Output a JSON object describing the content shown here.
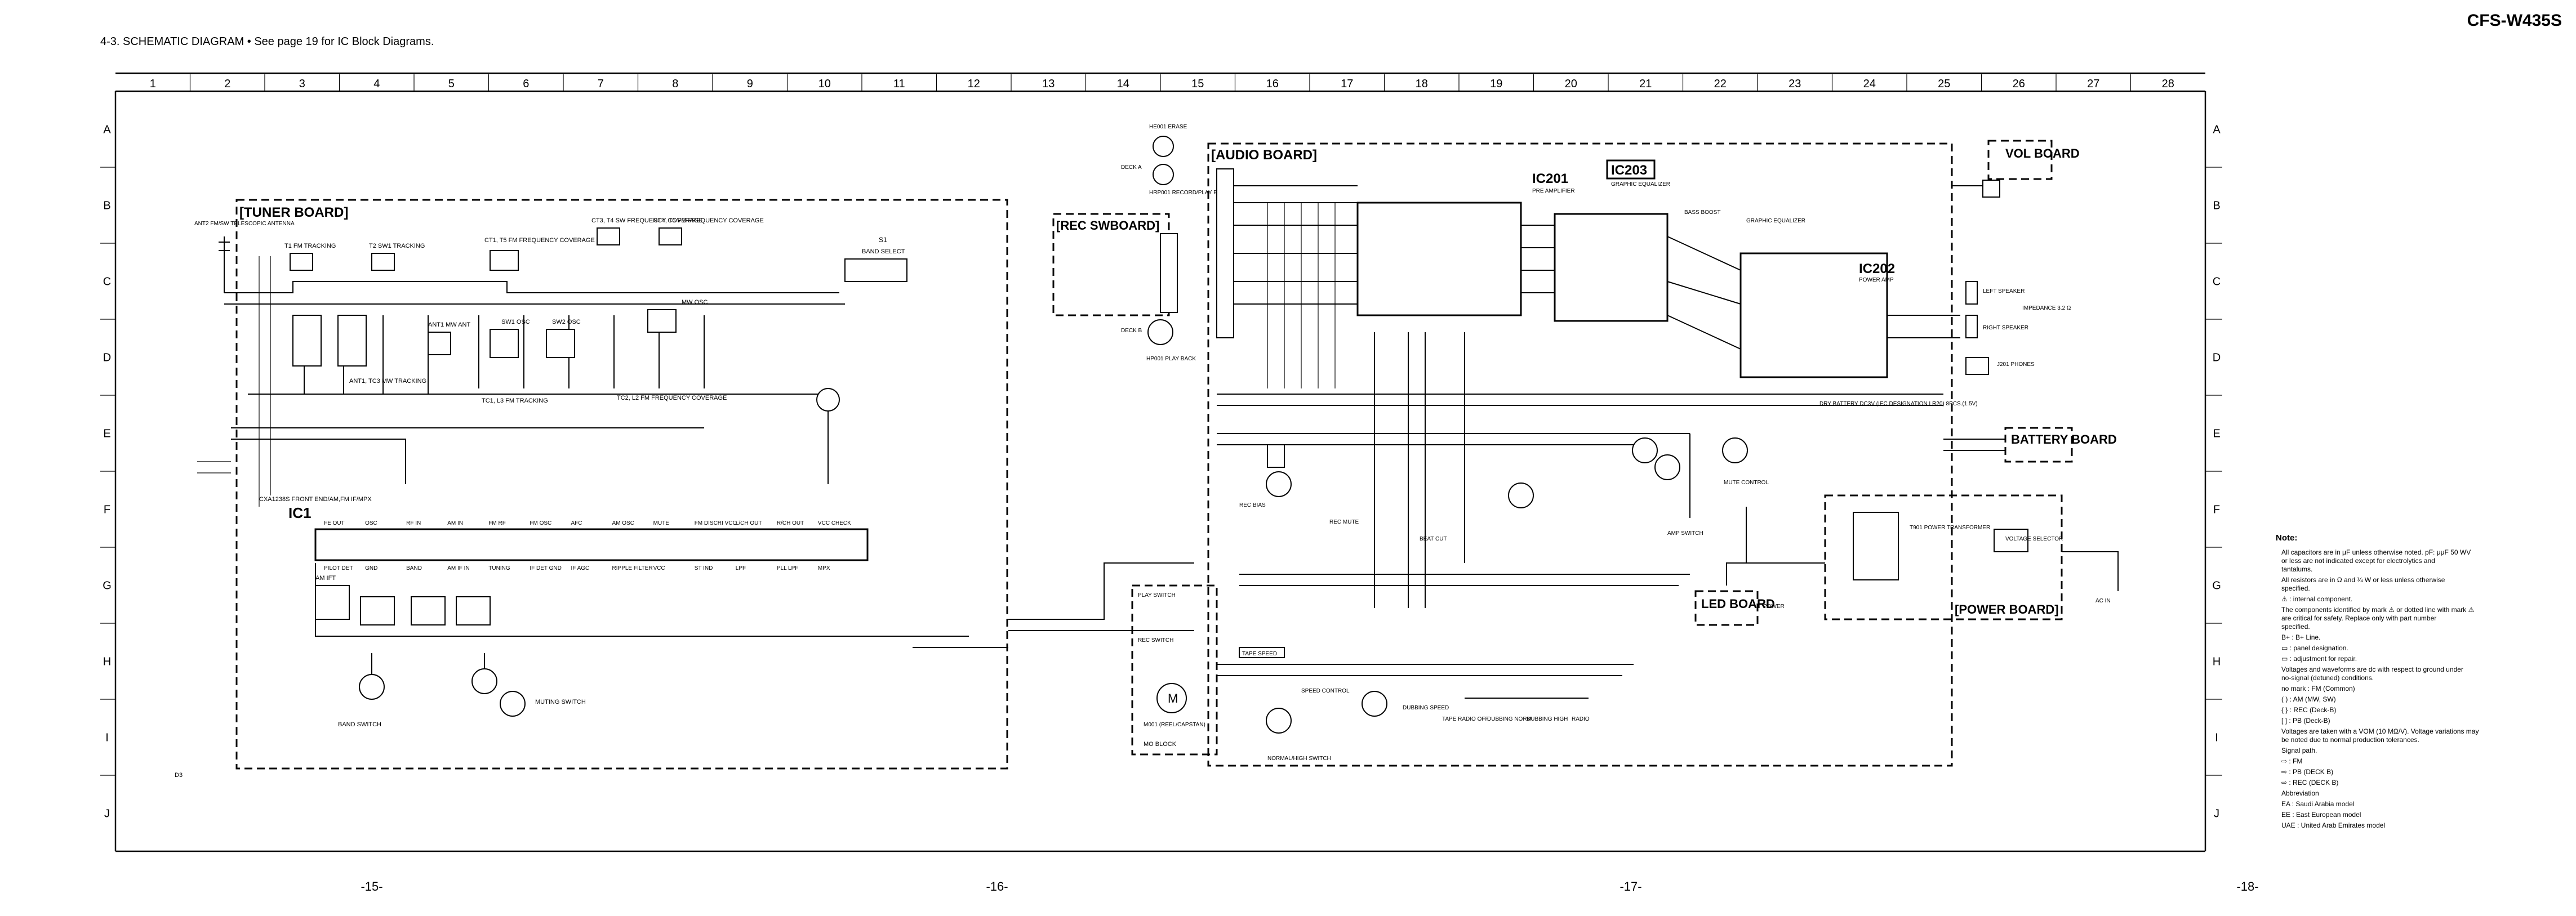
{
  "header": {
    "section_title": "4-3.  SCHEMATIC DIAGRAM   • See page 19 for IC Block Diagrams.",
    "model": "CFS-W435S"
  },
  "grid": {
    "columns": [
      "1",
      "2",
      "3",
      "4",
      "5",
      "6",
      "7",
      "8",
      "9",
      "10",
      "11",
      "12",
      "13",
      "14",
      "15",
      "16",
      "17",
      "18",
      "19",
      "20",
      "21",
      "22",
      "23",
      "24",
      "25",
      "26",
      "27",
      "28"
    ],
    "rows": [
      "A",
      "B",
      "C",
      "D",
      "E",
      "F",
      "G",
      "H",
      "I",
      "J"
    ]
  },
  "page_numbers": [
    "-15-",
    "-16-",
    "-17-",
    "-18-"
  ],
  "boards": {
    "tuner": "[TUNER BOARD]",
    "audio": "[AUDIO BOARD]",
    "rec_sw": "[REC SWBOARD]",
    "vol": "VOL BOARD",
    "battery": "BATTERY BOARD",
    "led": "LED BOARD",
    "power": "[POWER BOARD]"
  },
  "ics": {
    "ic1": "IC1",
    "ic1_desc": "CXA1238S FRONT END/AM,FM IF/MPX",
    "ic201": "IC201",
    "ic201_desc": "PRE AMPLIFIER",
    "ic203": "IC203",
    "ic203_desc": "GRAPHIC EQUALIZER",
    "ic202": "IC202",
    "ic202_desc": "POWER AMP"
  },
  "tuner_labels": {
    "antenna": "ANT2 FM/SW TELESCOPIC ANTENNA",
    "t1": "T1 FM TRACKING",
    "t2": "T2 SW1 TRACKING",
    "ct1": "CT1, T5 FM FREQUENCY COVERAGE",
    "ct3": "CT3, T4 SW FREQUENCY COVERAGE",
    "ct4": "CT4, T5 FM FREQUENCY COVERAGE",
    "ant1": "ANT1 MW ANT",
    "ant1_tc": "ANT1, TC3 MW TRACKING",
    "tc1": "TC1, L3 FM TRACKING",
    "tc2": "TC2, L2 FM FREQUENCY COVERAGE",
    "sw_osc": "SW1 OSC",
    "sw2_osc": "SW2 OSC",
    "mw_osc": "MW OSC",
    "band_select": "BAND SELECT",
    "am_ift": "AM IFT",
    "band_switch": "BAND SWITCH",
    "muting_switch": "MUTING SWITCH",
    "s1": "S1"
  },
  "ic1_pins": [
    "FE OUT",
    "OSC",
    "RF IN",
    "AM IN",
    "FM RF",
    "FM OSC",
    "AFC",
    "AM OSC",
    "MUTE",
    "FM DISCRI VCO",
    "L/CH OUT",
    "R/CH OUT",
    "VCC CHECK",
    "PILOT DET",
    "GND",
    "BAND",
    "AM IF IN",
    "TUNING",
    "IF DET GND",
    "IF AGC",
    "RIPPLE FILTER",
    "VCC",
    "ST IND",
    "LPF",
    "PLL LPF",
    "MPX"
  ],
  "audio_labels": {
    "head_erase": "HE001 ERASE",
    "head_rec_play": "HRP001 RECORD/PLAY BACK",
    "head_play": "HP001 PLAY BACK",
    "deck_a": "DECK A",
    "deck_b": "DECK B",
    "rec_bias": "REC BIAS",
    "bass_boost": "BASS BOOST",
    "graphic_eq": "GRAPHIC EQUALIZER",
    "speaker_left": "LEFT SPEAKER",
    "speaker_right": "RIGHT SPEAKER",
    "impedance": "IMPEDANCE 3.2 Ω",
    "phones": "J201 PHONES",
    "dry_battery": "DRY BATTERY DC3V (IEC DESIGNATION LR20) 8PCS.(1.5V)",
    "power_transformer": "T901 POWER TRANSFORMER",
    "voltage_selector": "VOLTAGE SELECTOR",
    "ac_in": "AC IN",
    "play_switch": "PLAY SWITCH",
    "rec_switch": "REC SWITCH",
    "tape_speed": "TAPE SPEED",
    "speed_control": "SPEED CONTROL",
    "dubbing_speed": "DUBBING SPEED",
    "normal_switch": "NORMAL/HIGH SWITCH",
    "mo_block": "MO BLOCK",
    "motor": "M001 (REEL/CAPSTAN)",
    "tape_radio": "TAPE RADIO OFF",
    "dubbing_normal": "DUBBING NORM",
    "dubbing_high": "DUBBING HIGH",
    "radio": "RADIO",
    "beat_cut": "BEAT CUT",
    "rec_mute": "REC MUTE",
    "amp_switch": "AMP SWITCH",
    "mute_ctrl": "MUTE CONTROL",
    "led_power": "POWER"
  },
  "notes": {
    "heading": "Note:",
    "items": [
      "All capacitors are in μF unless otherwise noted. pF: μμF 50 WV or less are not indicated except for electrolytics and tantalums.",
      "All resistors are in Ω and ¼ W or less unless otherwise specified.",
      "⚠ : internal component.",
      "The components identified by mark ⚠ or dotted line with mark ⚠ are critical for safety. Replace only with part number specified.",
      "B+ : B+ Line.",
      "▭ : panel designation.",
      "▭ : adjustment for repair.",
      "Voltages and waveforms are dc with respect to ground under no-signal (detuned) conditions.",
      "no mark : FM (Common)",
      "( ) : AM (MW, SW)",
      "{ } : REC (Deck-B)",
      "[ ] : PB (Deck-B)",
      "Voltages are taken with a VOM (10 MΩ/V). Voltage variations may be noted due to normal production tolerances.",
      "Signal path.",
      "⇨ : FM",
      "⇨ : PB (DECK B)",
      "⇨ : REC (DECK B)",
      "Abbreviation",
      "EA : Saudi Arabia model",
      "EE : East European model",
      "UAE : United Arab Emirates model"
    ]
  },
  "misc": {
    "corner_code": "D3"
  }
}
